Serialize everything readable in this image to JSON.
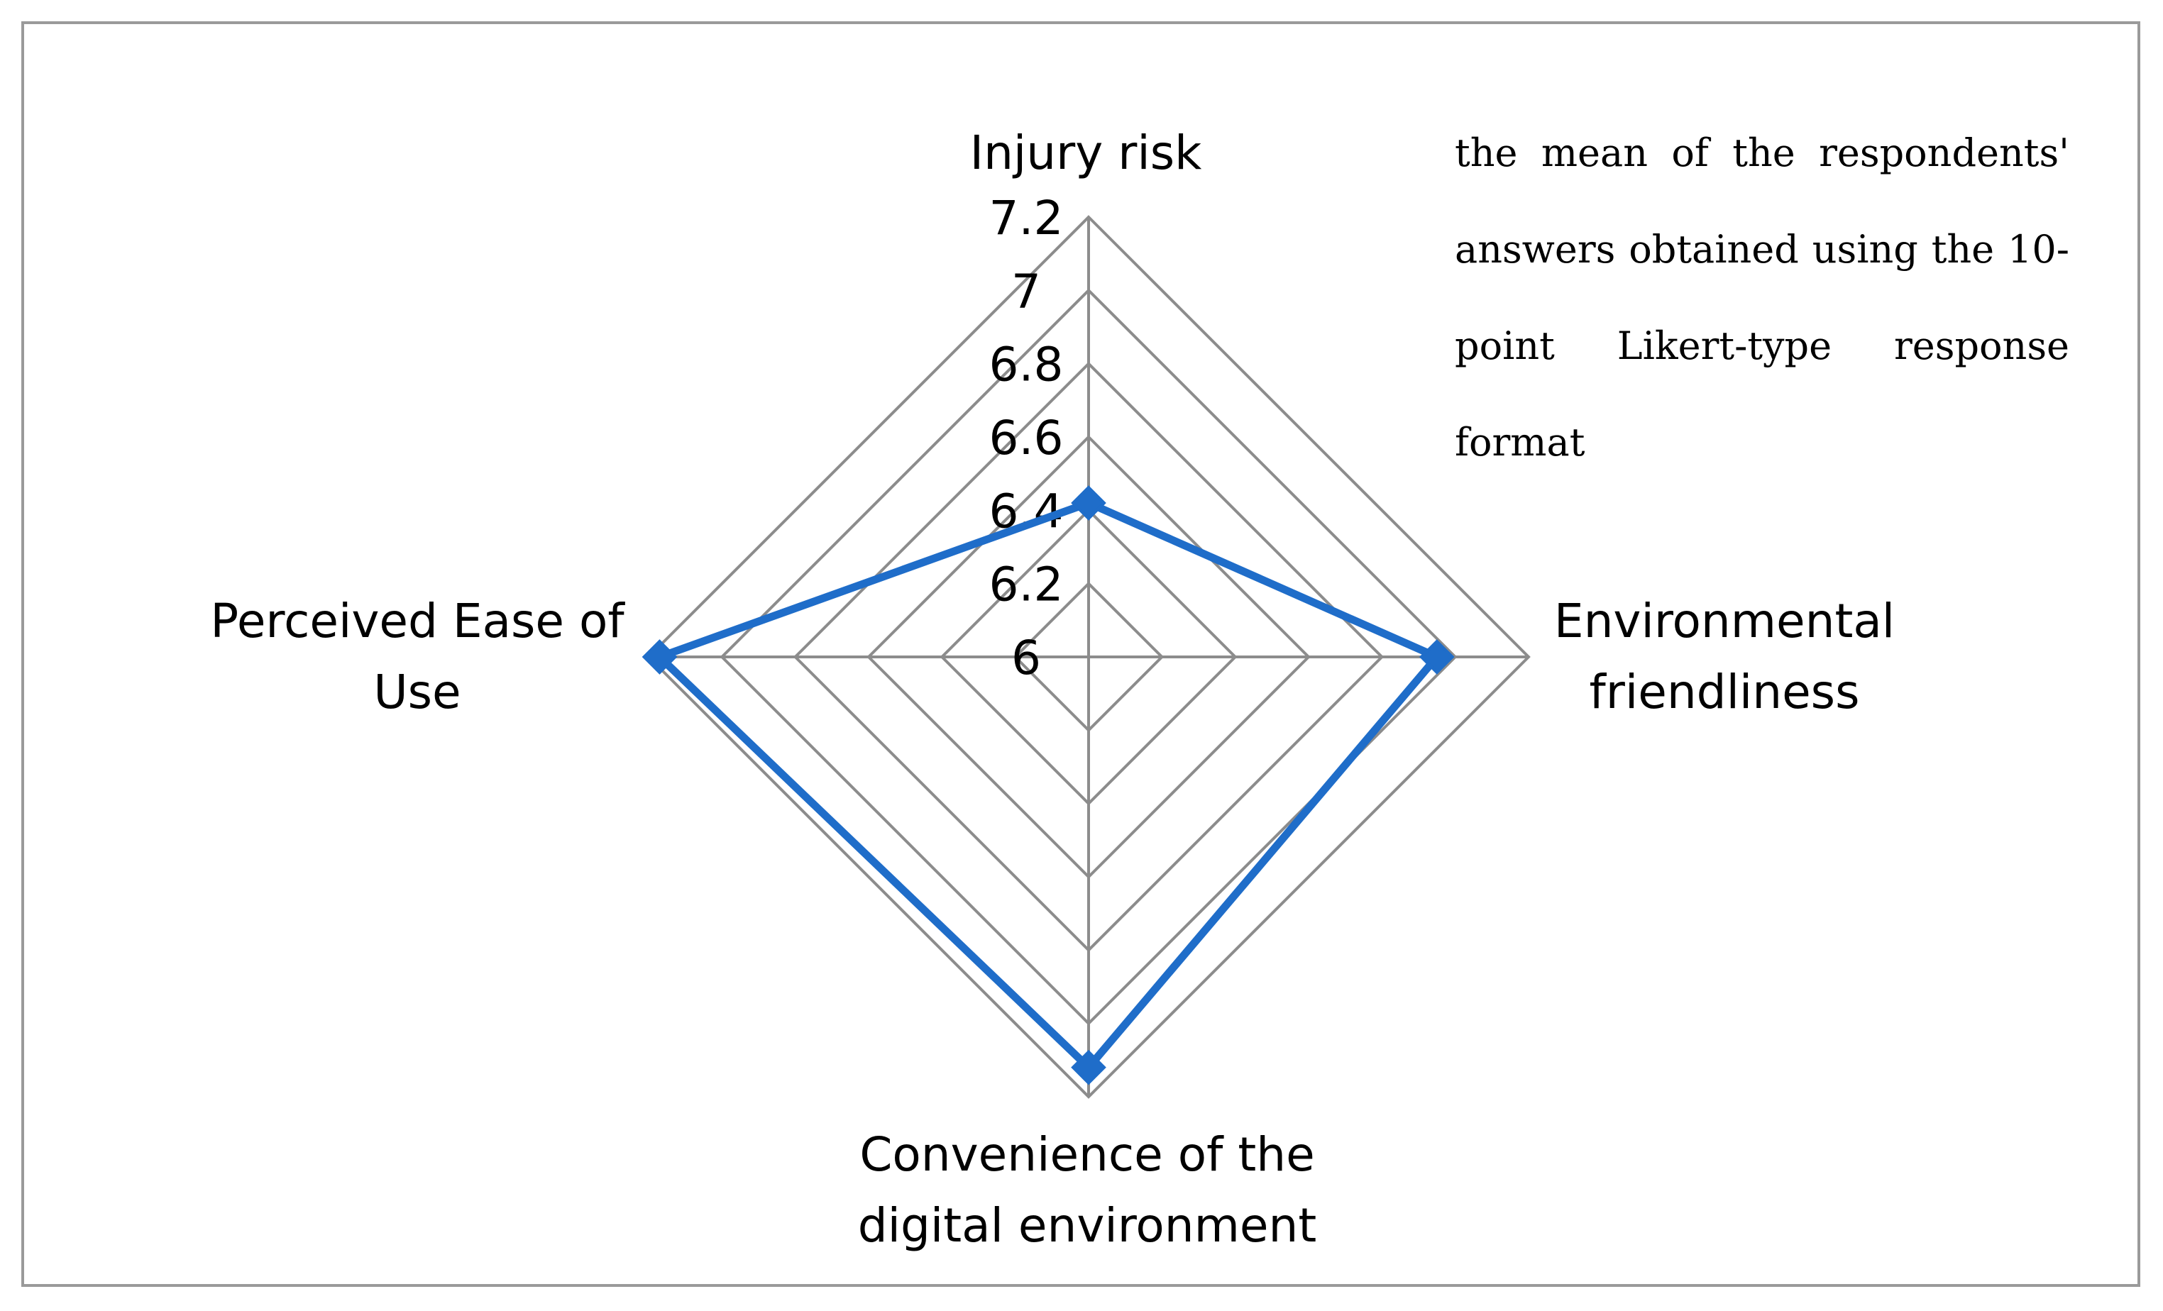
{
  "chart_data": {
    "type": "radar",
    "categories": [
      "Injury risk",
      "Environmental friendliness",
      "Convenience of the digital environment",
      "Perceived Ease of Use"
    ],
    "category_lines": [
      [
        "Injury risk"
      ],
      [
        "Environmental",
        "friendliness"
      ],
      [
        "Convenience of the",
        "digital environment"
      ],
      [
        "Perceived Ease of",
        "Use"
      ]
    ],
    "values": [
      6.42,
      6.95,
      7.12,
      7.17
    ],
    "range": [
      6,
      7.2
    ],
    "ticks": [
      "6",
      "6.2",
      "6.4",
      "6.6",
      "6.8",
      "7",
      "7.2"
    ],
    "series_color": "#1f6dc9",
    "grid_color": "#8c8c8c",
    "marker": "diamond",
    "annotation": "the mean of the respondents' answers obtained using the 10-point Likert-type response format"
  }
}
